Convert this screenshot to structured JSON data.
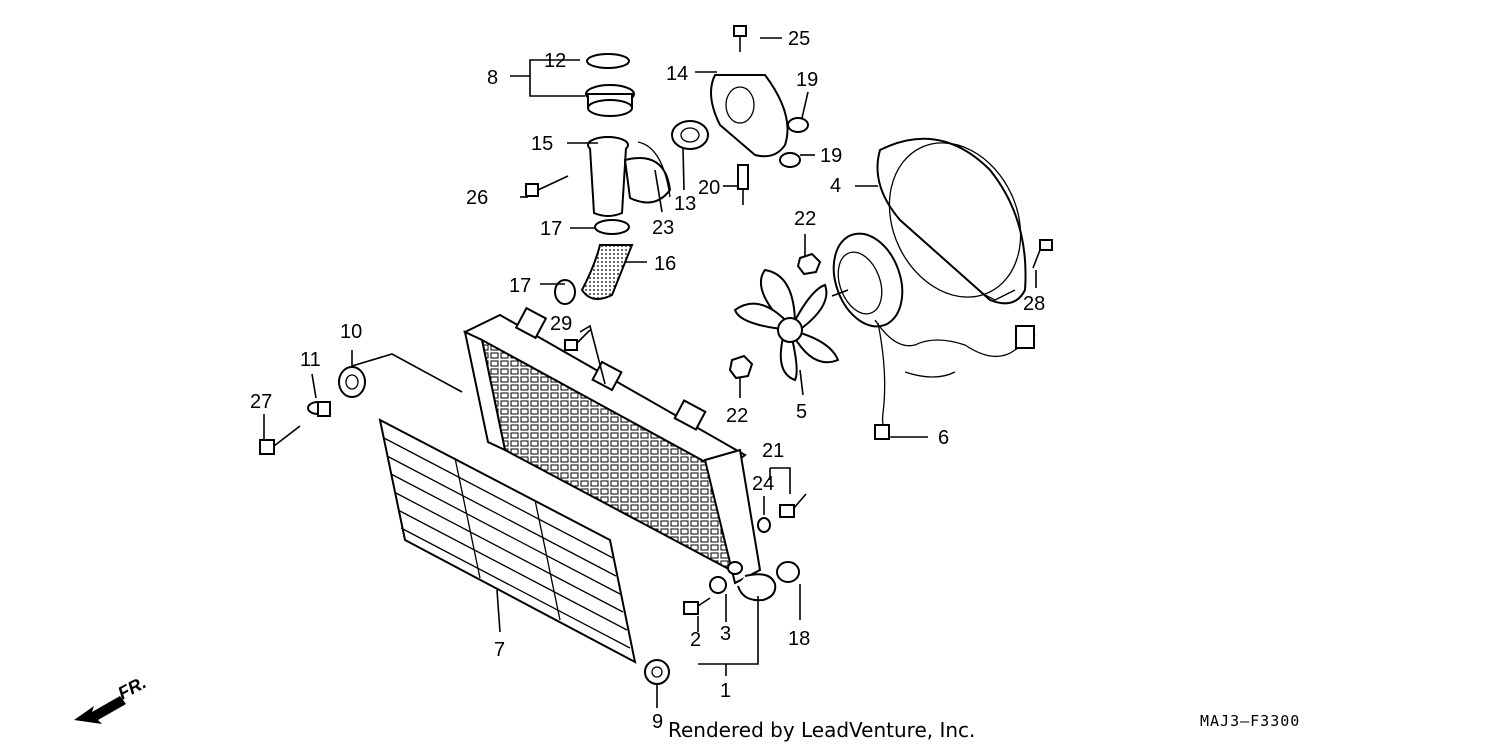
{
  "credit": "Rendered by LeadVenture, Inc.",
  "diagram_code": "MAJ3–F3300",
  "direction_label": "FR.",
  "icons": {
    "direction": "front-arrow-icon"
  },
  "callouts": {
    "c1": "1",
    "c2": "2",
    "c3": "3",
    "c4": "4",
    "c5": "5",
    "c6": "6",
    "c7": "7",
    "c8": "8",
    "c9": "9",
    "c10": "10",
    "c11": "11",
    "c12": "12",
    "c13": "13",
    "c14": "14",
    "c15": "15",
    "c16": "16",
    "c17a": "17",
    "c17b": "17",
    "c18": "18",
    "c19a": "19",
    "c19b": "19",
    "c20": "20",
    "c21": "21",
    "c22a": "22",
    "c22b": "22",
    "c23": "23",
    "c24": "24",
    "c25": "25",
    "c26": "26",
    "c27": "27",
    "c28": "28",
    "c29": "29"
  }
}
